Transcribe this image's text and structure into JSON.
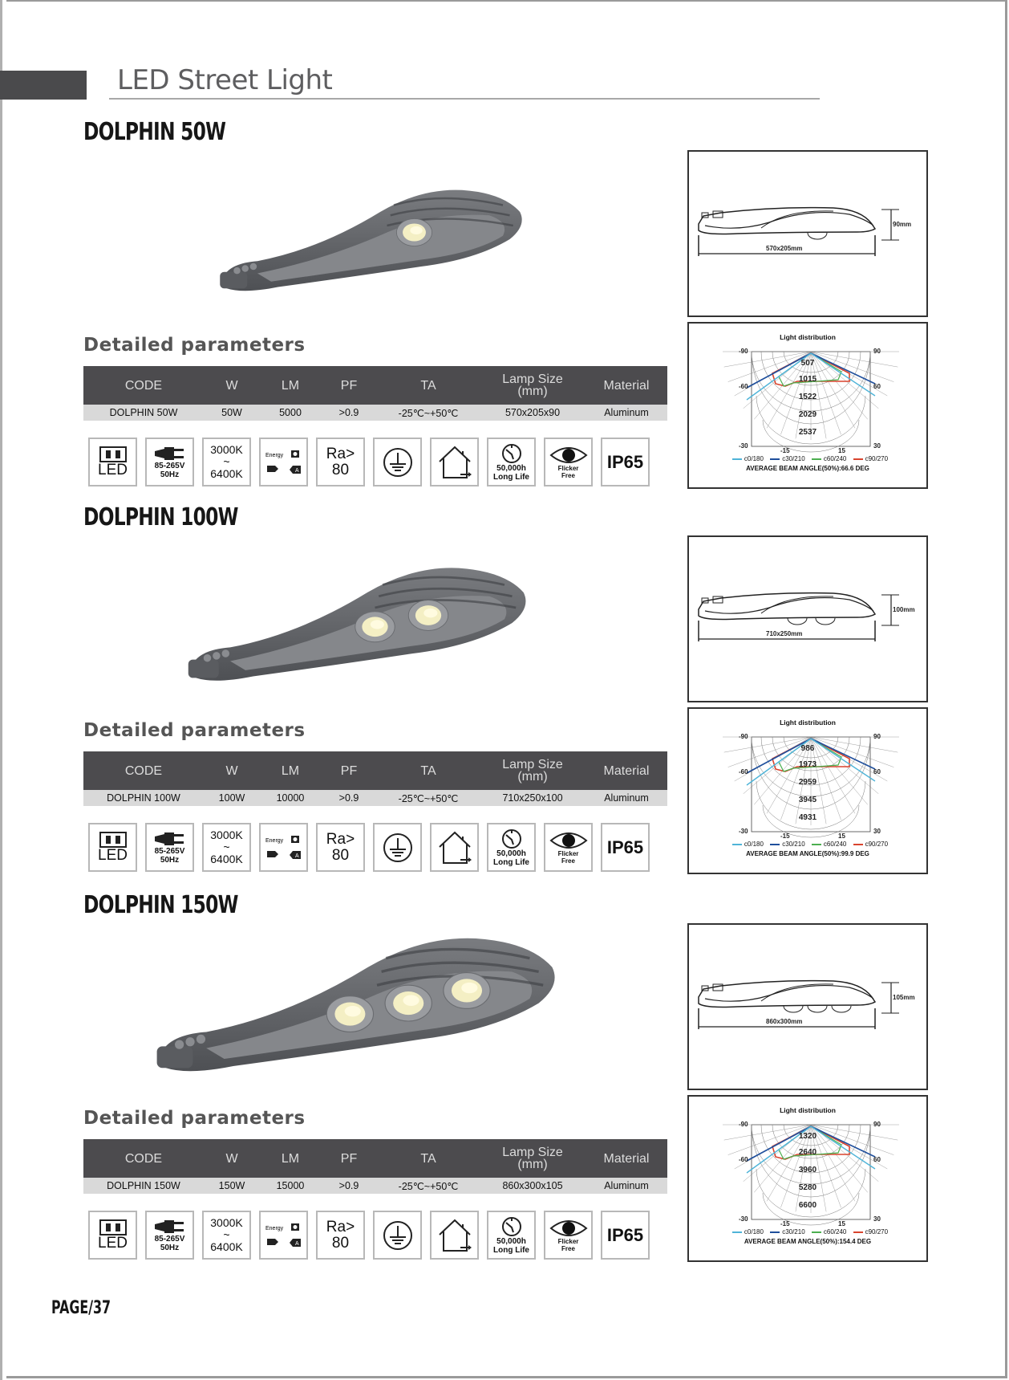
{
  "header": {
    "title": "LED Street Light"
  },
  "table_headers": [
    "CODE",
    "W",
    "LM",
    "PF",
    "TA",
    "Lamp Size\n(mm)",
    "Material"
  ],
  "params_title": "Detailed parameters",
  "icons": {
    "led": "LED",
    "voltage": "85-265V",
    "frequency": "50Hz",
    "cct_low": "3000K",
    "cct_tilde": "~",
    "cct_high": "6400K",
    "energy": "Energy",
    "ra_top": "Ra>",
    "ra_bottom": "80",
    "lifetime_top": "50,000h",
    "lifetime_bottom": "Long Life",
    "flicker_top": "Flicker",
    "flicker_bottom": "Free",
    "ip": "IP65"
  },
  "distribution": {
    "title": "Light distribution",
    "angle_labels": {
      "top_left": "-90",
      "top_right": "90",
      "mid_left": "-60",
      "mid_right": "60",
      "bottom_left": "-30",
      "bottom_right": "30",
      "bottom_mid_left": "-15",
      "bottom_mid_right": "15"
    },
    "legend": [
      {
        "label": "c0/180",
        "color": "#4fb4d8"
      },
      {
        "label": "c30/210",
        "color": "#1f4f9c"
      },
      {
        "label": "c60/240",
        "color": "#4caf50"
      },
      {
        "label": "c90/270",
        "color": "#d9442e"
      }
    ]
  },
  "products": [
    {
      "title": "DOLPHIN 50W",
      "row": {
        "code": "DOLPHIN 50W",
        "w": "50W",
        "lm": "5000",
        "pf": ">0.9",
        "ta": "-25℃~+50℃",
        "size": "570x205x90",
        "material": "Aluminum"
      },
      "dimension": {
        "length": "570x205mm",
        "height": "90mm"
      },
      "distribution": {
        "rings": [
          "507",
          "1015",
          "1522",
          "2029",
          "2537"
        ],
        "beam_angle": "AVERAGE BEAM ANGLE(50%):66.6  DEG"
      },
      "leds": 1
    },
    {
      "title": "DOLPHIN 100W",
      "row": {
        "code": "DOLPHIN 100W",
        "w": "100W",
        "lm": "10000",
        "pf": ">0.9",
        "ta": "-25℃~+50℃",
        "size": "710x250x100",
        "material": "Aluminum"
      },
      "dimension": {
        "length": "710x250mm",
        "height": "100mm"
      },
      "distribution": {
        "rings": [
          "986",
          "1973",
          "2959",
          "3945",
          "4931"
        ],
        "beam_angle": "AVERAGE BEAM ANGLE(50%):99.9  DEG"
      },
      "leds": 2
    },
    {
      "title": "DOLPHIN 150W",
      "row": {
        "code": "DOLPHIN 150W",
        "w": "150W",
        "lm": "15000",
        "pf": ">0.9",
        "ta": "-25℃~+50℃",
        "size": "860x300x105",
        "material": "Aluminum"
      },
      "dimension": {
        "length": "860x300mm",
        "height": "105mm"
      },
      "distribution": {
        "rings": [
          "1320",
          "2640",
          "3960",
          "5280",
          "6600"
        ],
        "beam_angle": "AVERAGE BEAM ANGLE(50%):154.4  DEG"
      },
      "leds": 3
    }
  ],
  "footer": {
    "page": "PAGE/37"
  }
}
